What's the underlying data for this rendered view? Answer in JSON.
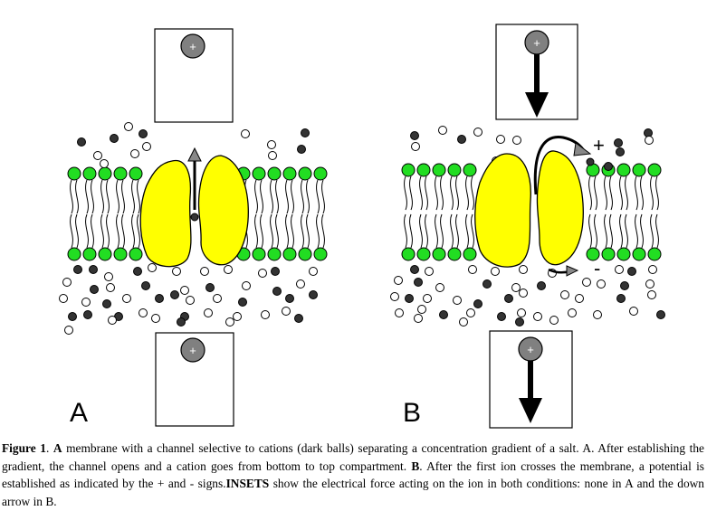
{
  "labels": {
    "panel_a": "A",
    "panel_b": "B",
    "plus_sign": "+",
    "minus_sign": "-",
    "ion_charge": "+"
  },
  "caption": {
    "figure_label": "Figure 1",
    "part1": ". ",
    "bold_a": "A",
    "part2": " membrane with a channel selective to cations (dark balls) separating a concentration gradient of a salt. A. After establishing the gradient, the channel opens and a cation goes from bottom to top compartment. ",
    "bold_b": "B",
    "part3": ". After the first ion crosses the membrane, a potential is established as indicated by the + and - signs.",
    "bold_insets": "INSETS",
    "part4": " show the electrical force acting on the ion in both conditions: none in A and the down arrow in B."
  },
  "colors": {
    "lipid_head": "#22dd22",
    "channel": "#ffff00",
    "cation": "#333333",
    "anion": "#ffffff",
    "ion_inset": "#808080"
  }
}
